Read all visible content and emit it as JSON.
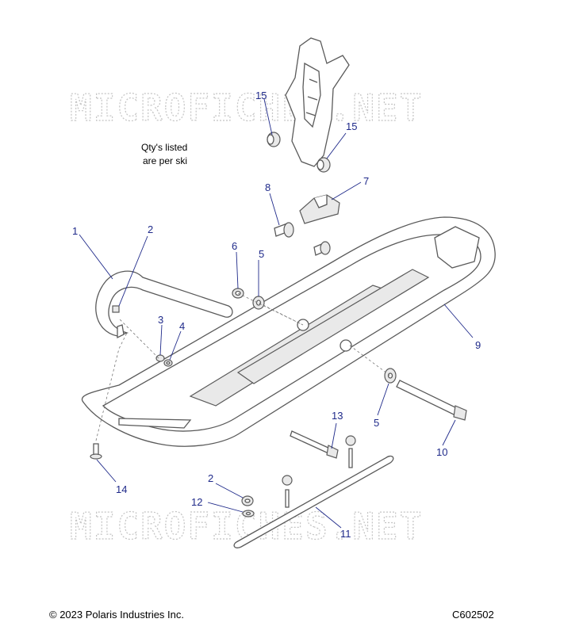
{
  "watermark": {
    "text": "MICROFICHES.NET"
  },
  "note": {
    "line1": "Qty's listed",
    "line2": "are per ski"
  },
  "callouts": [
    {
      "id": "c15a",
      "num": "15"
    },
    {
      "id": "c15b",
      "num": "15"
    },
    {
      "id": "c8",
      "num": "8"
    },
    {
      "id": "c7",
      "num": "7"
    },
    {
      "id": "c1",
      "num": "1"
    },
    {
      "id": "c2a",
      "num": "2"
    },
    {
      "id": "c6",
      "num": "6"
    },
    {
      "id": "c5a",
      "num": "5"
    },
    {
      "id": "c3",
      "num": "3"
    },
    {
      "id": "c4",
      "num": "4"
    },
    {
      "id": "c9",
      "num": "9"
    },
    {
      "id": "c13",
      "num": "13"
    },
    {
      "id": "c5b",
      "num": "5"
    },
    {
      "id": "c10",
      "num": "10"
    },
    {
      "id": "c14",
      "num": "14"
    },
    {
      "id": "c2b",
      "num": "2"
    },
    {
      "id": "c12",
      "num": "12"
    },
    {
      "id": "c11",
      "num": "11"
    }
  ],
  "footer": {
    "copyright": "© 2023 Polaris Industries Inc.",
    "code": "C602502"
  },
  "colors": {
    "callout": "#1f2a8a",
    "outline": "#5a5a5a",
    "watermark": "#c4c4c4"
  }
}
